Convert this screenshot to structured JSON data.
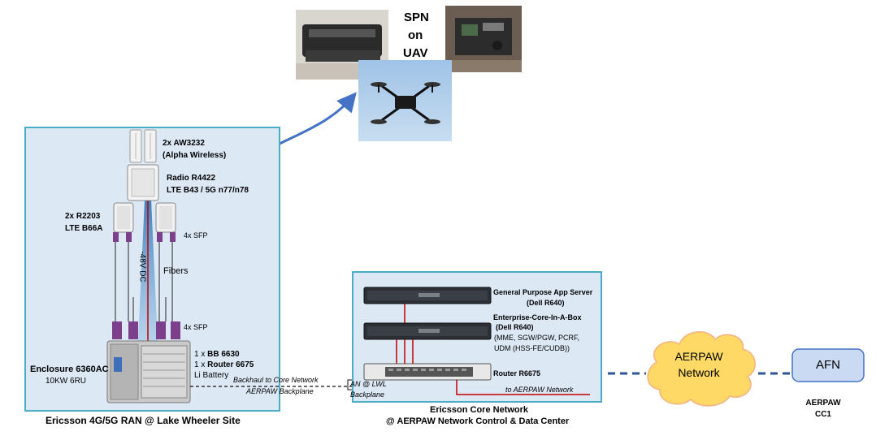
{
  "uav": {
    "label_line1": "SPN",
    "label_line2": "on",
    "label_line3": "UAV"
  },
  "ran": {
    "antenna_label_1": "2x AW3232",
    "antenna_label_2": "(Alpha Wireless)",
    "radio_label_1": "Radio R4422",
    "radio_label_2": "LTE B43 / 5G n77/n78",
    "r2203_label_1": "2x R2203",
    "r2203_label_2": "LTE B66A",
    "sfp_top": "4x SFP",
    "fibers": "Fibers",
    "dc_label": "-48V DC",
    "sfp_bottom": "4x SFP",
    "bb_qty": "1 x ",
    "bb_name": "BB 6630",
    "router_qty": "1 x ",
    "router_name": "Router 6675",
    "battery": "Li Battery",
    "enclosure_title": "Enclosure 6360AC",
    "enclosure_sub": "10KW  6RU",
    "caption": "Ericsson 4G/5G RAN @ Lake Wheeler Site"
  },
  "link": {
    "backhaul": "Backhaul  to Core Network",
    "backplane": "AERPAW Backplane",
    "an_lwl_1": "AN @ LWL",
    "an_lwl_2": "Backplane"
  },
  "core": {
    "server1_1": "General Purpose App Server",
    "server1_2": "(Dell R640)",
    "server2_1": "Enterprise-Core-In-A-Box",
    "server2_2": "(Dell R640)",
    "server2_3": "(MME, SGW/PGW, PCRF,",
    "server2_4": "UDM (HSS-FE/CUDB))",
    "router": "Router R6675",
    "to_aerpaw": "to AERPAW Network",
    "caption_1": "Ericsson Core Network",
    "caption_2": "@ AERPAW Network Control & Data Center"
  },
  "cloud": {
    "line1": "AERPAW",
    "line2": "Network"
  },
  "afn": {
    "label": "AFN",
    "caption_1": "AERPAW",
    "caption_2": "CC1"
  },
  "colors": {
    "box_border": "#4bacc6",
    "box_fill": "#dce9f5",
    "cloud_fill": "#fed966",
    "cloud_stroke": "#f4b183",
    "afn_fill": "#c9daf2",
    "afn_stroke": "#4472c4",
    "dash_link": "#2f5597",
    "sfp": "#7b3f8c",
    "fiber_red": "#c00000",
    "arrow": "#4472c4"
  }
}
